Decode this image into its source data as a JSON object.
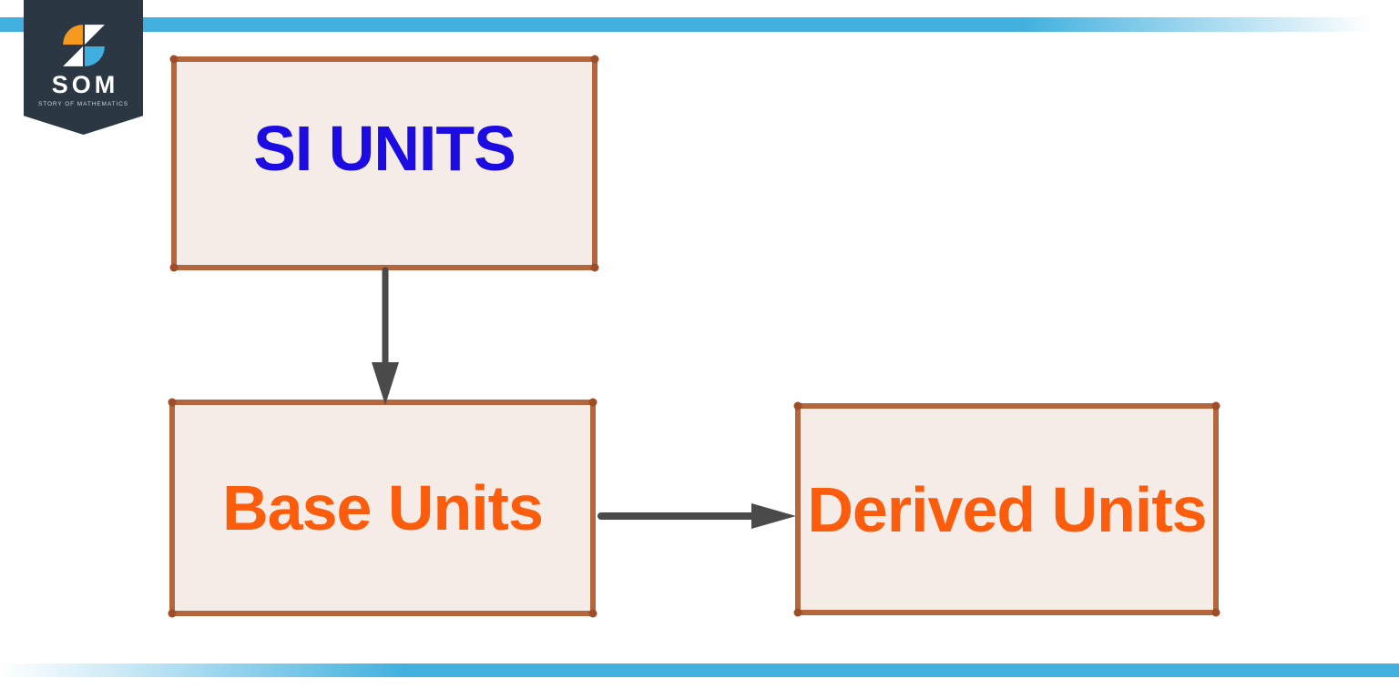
{
  "logo": {
    "name": "SOM",
    "tagline": "STORY OF MATHEMATICS"
  },
  "colors": {
    "accent_bar_blue": "#41b0de",
    "badge_navy": "#2b3844",
    "logo_orange": "#f3991d",
    "logo_blue": "#41aee2",
    "node_fill": "#f6ece7",
    "node_border": "#b4663c",
    "node_corner_dot": "#9d4e28",
    "si_units_text_blue": "#1c0ce2",
    "units_text_orange": "#fb5d0d",
    "arrow_gray": "#4a4a4a"
  },
  "diagram": {
    "type": "flowchart",
    "nodes": [
      {
        "id": "si-units",
        "label": "SI UNITS"
      },
      {
        "id": "base-units",
        "label": "Base Units"
      },
      {
        "id": "derived-units",
        "label": "Derived Units"
      }
    ],
    "edges": [
      {
        "from": "si-units",
        "to": "base-units",
        "direction": "down"
      },
      {
        "from": "base-units",
        "to": "derived-units",
        "direction": "right"
      }
    ]
  }
}
